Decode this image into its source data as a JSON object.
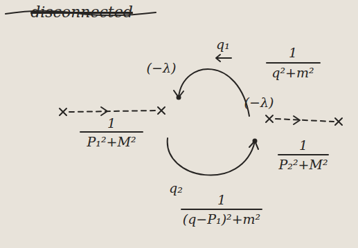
{
  "diagram": {
    "labels": [
      "disconnected",
      "q₁",
      "1",
      "q²+m²",
      "(−λ)",
      "(−λ)",
      "1",
      "P₁²+M²",
      "1",
      "P₂²+M²",
      "q₂",
      "1",
      "(q−P₁)²+m²"
    ]
  }
}
